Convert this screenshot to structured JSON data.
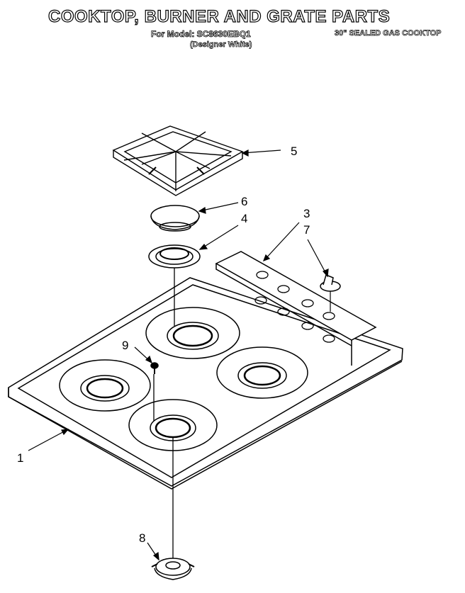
{
  "header": {
    "title": "COOKTOP, BURNER AND GRATE PARTS",
    "model_line": "For Model: SC8630EBQ1",
    "finish": "(Designer White)",
    "product": "30\" SEALED GAS COOKTOP"
  },
  "callouts": {
    "c1": "1",
    "c3": "3",
    "c4": "4",
    "c5": "5",
    "c6": "6",
    "c7": "7",
    "c8": "8",
    "c9": "9"
  }
}
